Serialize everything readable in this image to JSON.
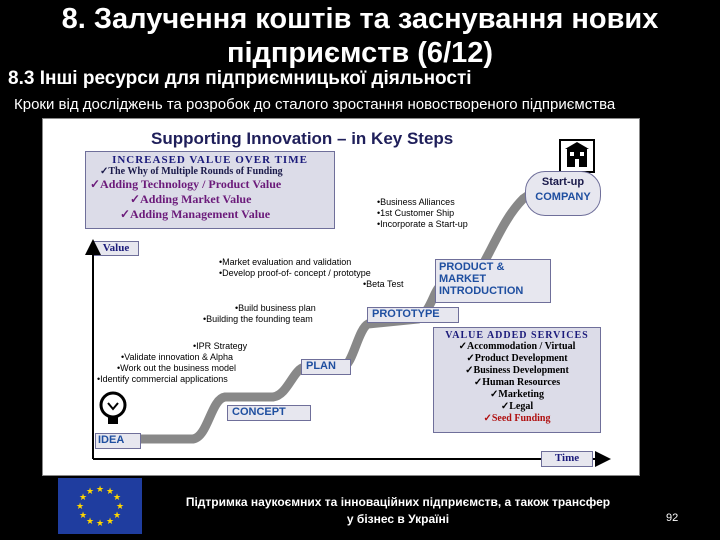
{
  "slide": {
    "title": "8. Залучення коштів та заснування нових підприємств (6/12)",
    "subtitle": "8.3 Інші ресурси для підприємницької діяльності",
    "description": "Кроки від досліджень та розробок до сталого зростання новоствореного підприємства"
  },
  "diagram": {
    "title": "Supporting Innovation – in Key Steps",
    "value_box": {
      "heading": "INCREASED VALUE OVER TIME",
      "sub": "✓The Why of Multiple Rounds of Funding",
      "items": [
        "✓Adding Technology / Product Value",
        "✓Adding Market Value",
        "✓Adding Management Value"
      ]
    },
    "axis_value": "Value",
    "axis_time": "Time",
    "stages": {
      "idea": "IDEA",
      "concept": "CONCEPT",
      "plan": "PLAN",
      "prototype": "PROTOTYPE",
      "product": "PRODUCT & MARKET INTRODUCTION",
      "startup": "Start-up",
      "company": "COMPANY"
    },
    "notes": {
      "startup_bullets": [
        "•Business Alliances",
        "•1st Customer Ship",
        "•Incorporate a Start-up"
      ],
      "product_bullets": [
        "•Market evaluation and validation",
        "•Develop proof-of- concept / prototype",
        "•Beta Test"
      ],
      "prototype_bullets": [
        "•Build business plan",
        "•Building the founding team"
      ],
      "plan_bullets": [
        "•IPR Strategy",
        "•Validate innovation & Alpha",
        "•Work out the business model",
        "•Identify commercial applications"
      ]
    },
    "value_added": {
      "heading": "VALUE ADDED SERVICES",
      "items": [
        "✓Accommodation / Virtual",
        "✓Product Development",
        "✓Business Development",
        "✓Human Resources",
        "✓Marketing",
        "✓Legal"
      ],
      "final": "✓Seed Funding"
    }
  },
  "footer": {
    "text_line1": "Підтримка наукоємних та інноваційних підприємств, а також трансфер",
    "text_line2": "у бізнес в Україні",
    "page_number": "92"
  },
  "colors": {
    "background": "#000000",
    "stage_text": "#1f4fa0",
    "eu_blue": "#1f3d9f",
    "eu_star": "#ffd700"
  }
}
